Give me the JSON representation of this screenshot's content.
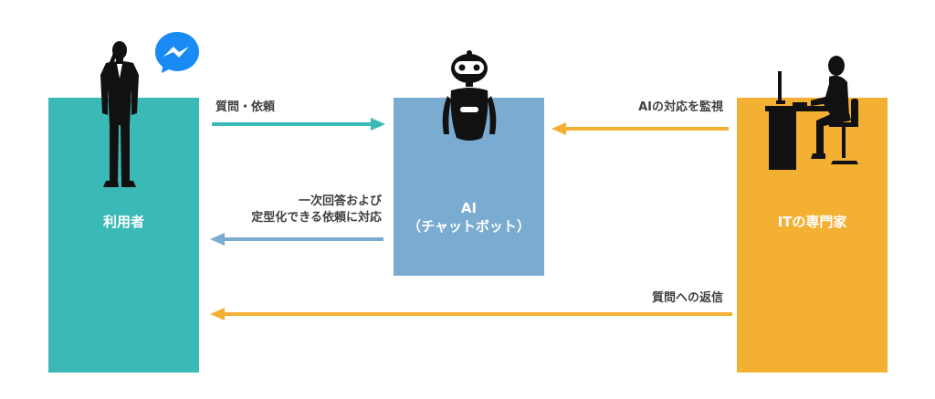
{
  "user": {
    "label": "利用者",
    "color": "#3ab9b6"
  },
  "ai": {
    "label_line1": "AI",
    "label_line2": "（チャットボット）",
    "color": "#7aabd0"
  },
  "expert": {
    "label": "ITの専門家",
    "color": "#f4b032"
  },
  "arrows": {
    "question": {
      "label": "質問・依頼",
      "color": "#3ab9b6"
    },
    "ai_reply": {
      "label_line1": "一次回答および",
      "label_line2": "定型化できる依頼に対応",
      "color": "#7aabd0"
    },
    "monitor": {
      "label": "AIの対応を監視",
      "color": "#f4b032"
    },
    "expert_reply": {
      "label": "質問への返信",
      "color": "#f4b032"
    }
  },
  "icons": {
    "user": "businessman-on-phone-icon",
    "messenger": "messenger-icon",
    "robot": "robot-icon",
    "expert": "person-at-computer-desk-icon"
  }
}
